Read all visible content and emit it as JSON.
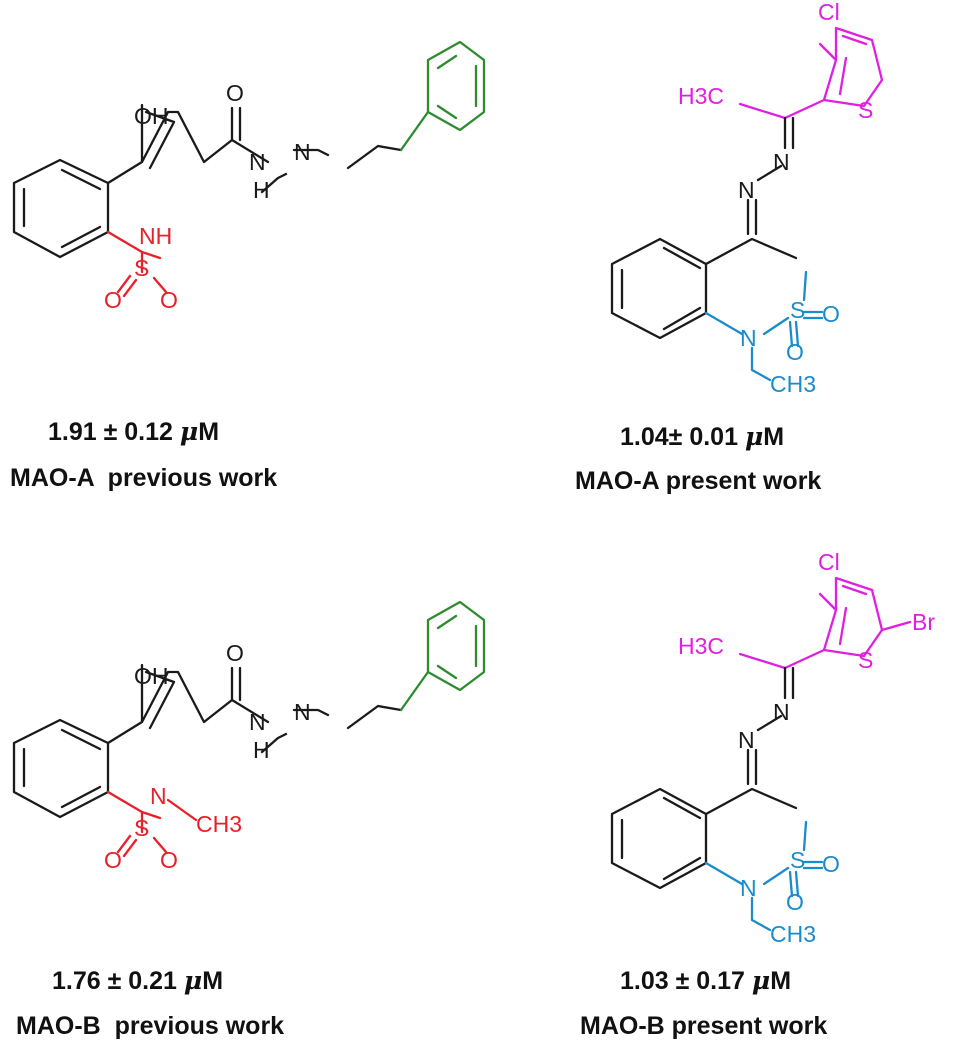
{
  "colors": {
    "black": "#1a1a1a",
    "red": "#e8202a",
    "green": "#2e8b2e",
    "blue": "#1a8ccc",
    "magenta": "#e020e0"
  },
  "panels": {
    "a_prev": {
      "value": "1.91 ± 0.12",
      "mu": "μ",
      "unit": "M",
      "label": "MAO-A  previous work",
      "atoms": {
        "oh": "OH",
        "o_carbonyl": "O",
        "nh_ring": "NH",
        "n_eq": "N",
        "n_hyd": "N",
        "h_hyd": "H",
        "s": "S",
        "o1": "O",
        "o2": "O"
      }
    },
    "a_pres": {
      "value": "1.04± 0.01",
      "mu": "μ",
      "unit": "M",
      "label": "MAO-A present work",
      "atoms": {
        "cl": "Cl",
        "h3c": "H3C",
        "s_thio": "S",
        "n_top": "N",
        "n_low": "N",
        "s": "S",
        "o1": "O",
        "o2": "O",
        "n_ring": "N",
        "ch3": "CH3"
      }
    },
    "b_prev": {
      "value": "1.76 ± 0.21",
      "mu": "μ",
      "unit": "M",
      "label": "MAO-B  previous work",
      "atoms": {
        "oh": "OH",
        "o_carbonyl": "O",
        "n_ring": "N",
        "ch3": "CH3",
        "n_eq": "N",
        "n_hyd": "N",
        "h_hyd": "H",
        "s": "S",
        "o1": "O",
        "o2": "O"
      }
    },
    "b_pres": {
      "value": "1.03 ± 0.17",
      "mu": "μ",
      "unit": "M",
      "label": "MAO-B present work",
      "atoms": {
        "cl": "Cl",
        "br": "Br",
        "h3c": "H3C",
        "s_thio": "S",
        "n_top": "N",
        "n_low": "N",
        "s": "S",
        "o1": "O",
        "o2": "O",
        "n_ring": "N",
        "ch3": "CH3"
      }
    }
  }
}
